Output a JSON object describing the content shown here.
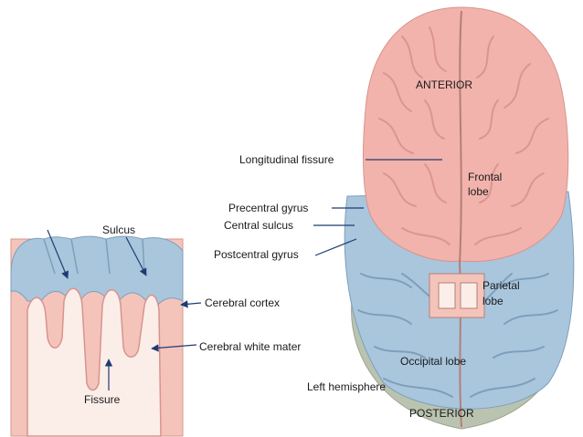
{
  "labels": {
    "anterior": "ANTERIOR",
    "posterior": "POSTERIOR",
    "longitudinal_fissure": "Longitudinal fissure",
    "frontal_lobe_line1": "Frontal",
    "frontal_lobe_line2": "lobe",
    "precentral_gyrus": "Precentral gyrus",
    "central_sulcus": "Central sulcus",
    "postcentral_gyrus": "Postcentral gyrus",
    "parietal_lobe_line1": "Parietal",
    "parietal_lobe_line2": "lobe",
    "occipital_lobe": "Occipital lobe",
    "left_hemisphere": "Left hemisphere",
    "sulcus": "Sulcus",
    "cerebral_cortex": "Cerebral cortex",
    "cerebral_white_mater": "Cerebral white mater",
    "fissure": "Fissure"
  },
  "colors": {
    "frontal": "#f2b3ad",
    "frontal_dark": "#e59a93",
    "parietal": "#a9c6dd",
    "parietal_dark": "#87aac6",
    "occipital": "#b9c3b0",
    "cortex_pink": "#f4c4bb",
    "white_matter": "#fbeee8",
    "line": "#1f3b73"
  }
}
